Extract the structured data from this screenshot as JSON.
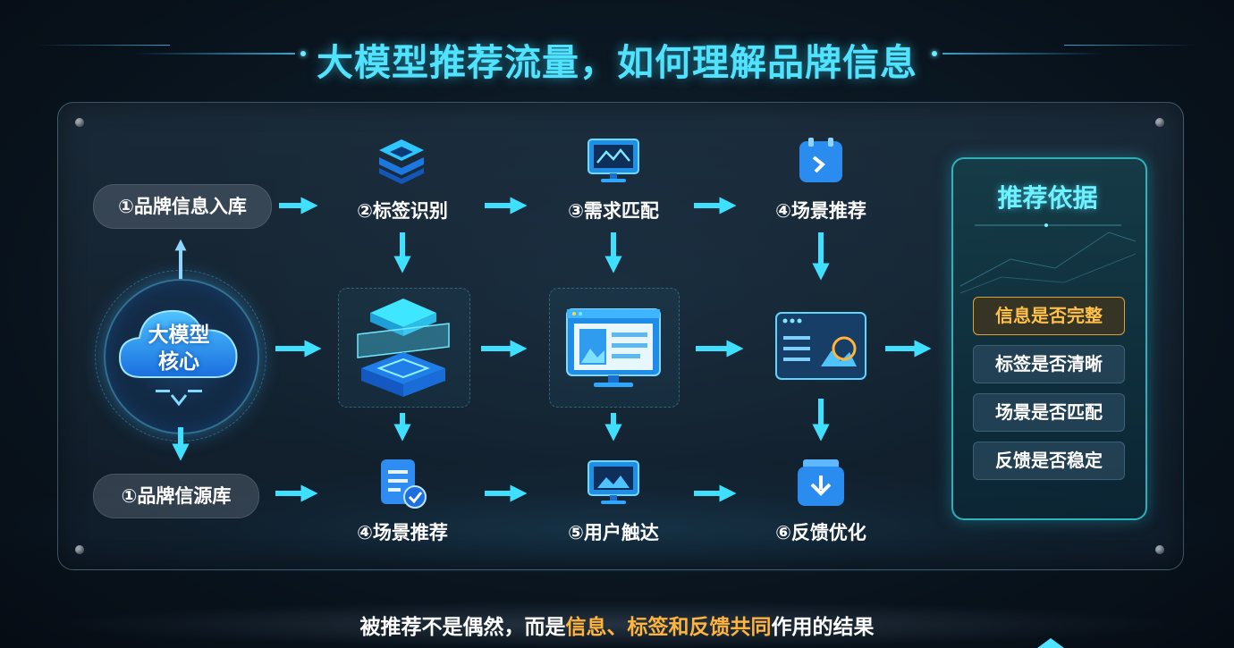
{
  "title": "大模型推荐流量，如何理解品牌信息",
  "core": {
    "line1": "大模型",
    "line2": "核心"
  },
  "top_row": {
    "pill": "①品牌信息入库",
    "step2": "②标签识别",
    "step3": "③需求匹配",
    "step4": "④场景推荐"
  },
  "bottom_row": {
    "pill": "①品牌信源库",
    "step4": "④场景推荐",
    "step5": "⑤用户触达",
    "step6": "⑥反馈优化"
  },
  "side_panel": {
    "title": "推荐依据",
    "criteria": [
      "信息是否完整",
      "标签是否清晰",
      "场景是否匹配",
      "反馈是否稳定"
    ],
    "highlight_index": 0
  },
  "footer": {
    "part1": "被推荐不是偶然，而是",
    "highlight": "信息、标签和反馈共同",
    "part2": "作用的结果"
  },
  "colors": {
    "accent": "#4fe3ff",
    "arrow": "#3fe0ff",
    "highlight": "#ffb43c",
    "panel_border": "#3cdce6"
  }
}
